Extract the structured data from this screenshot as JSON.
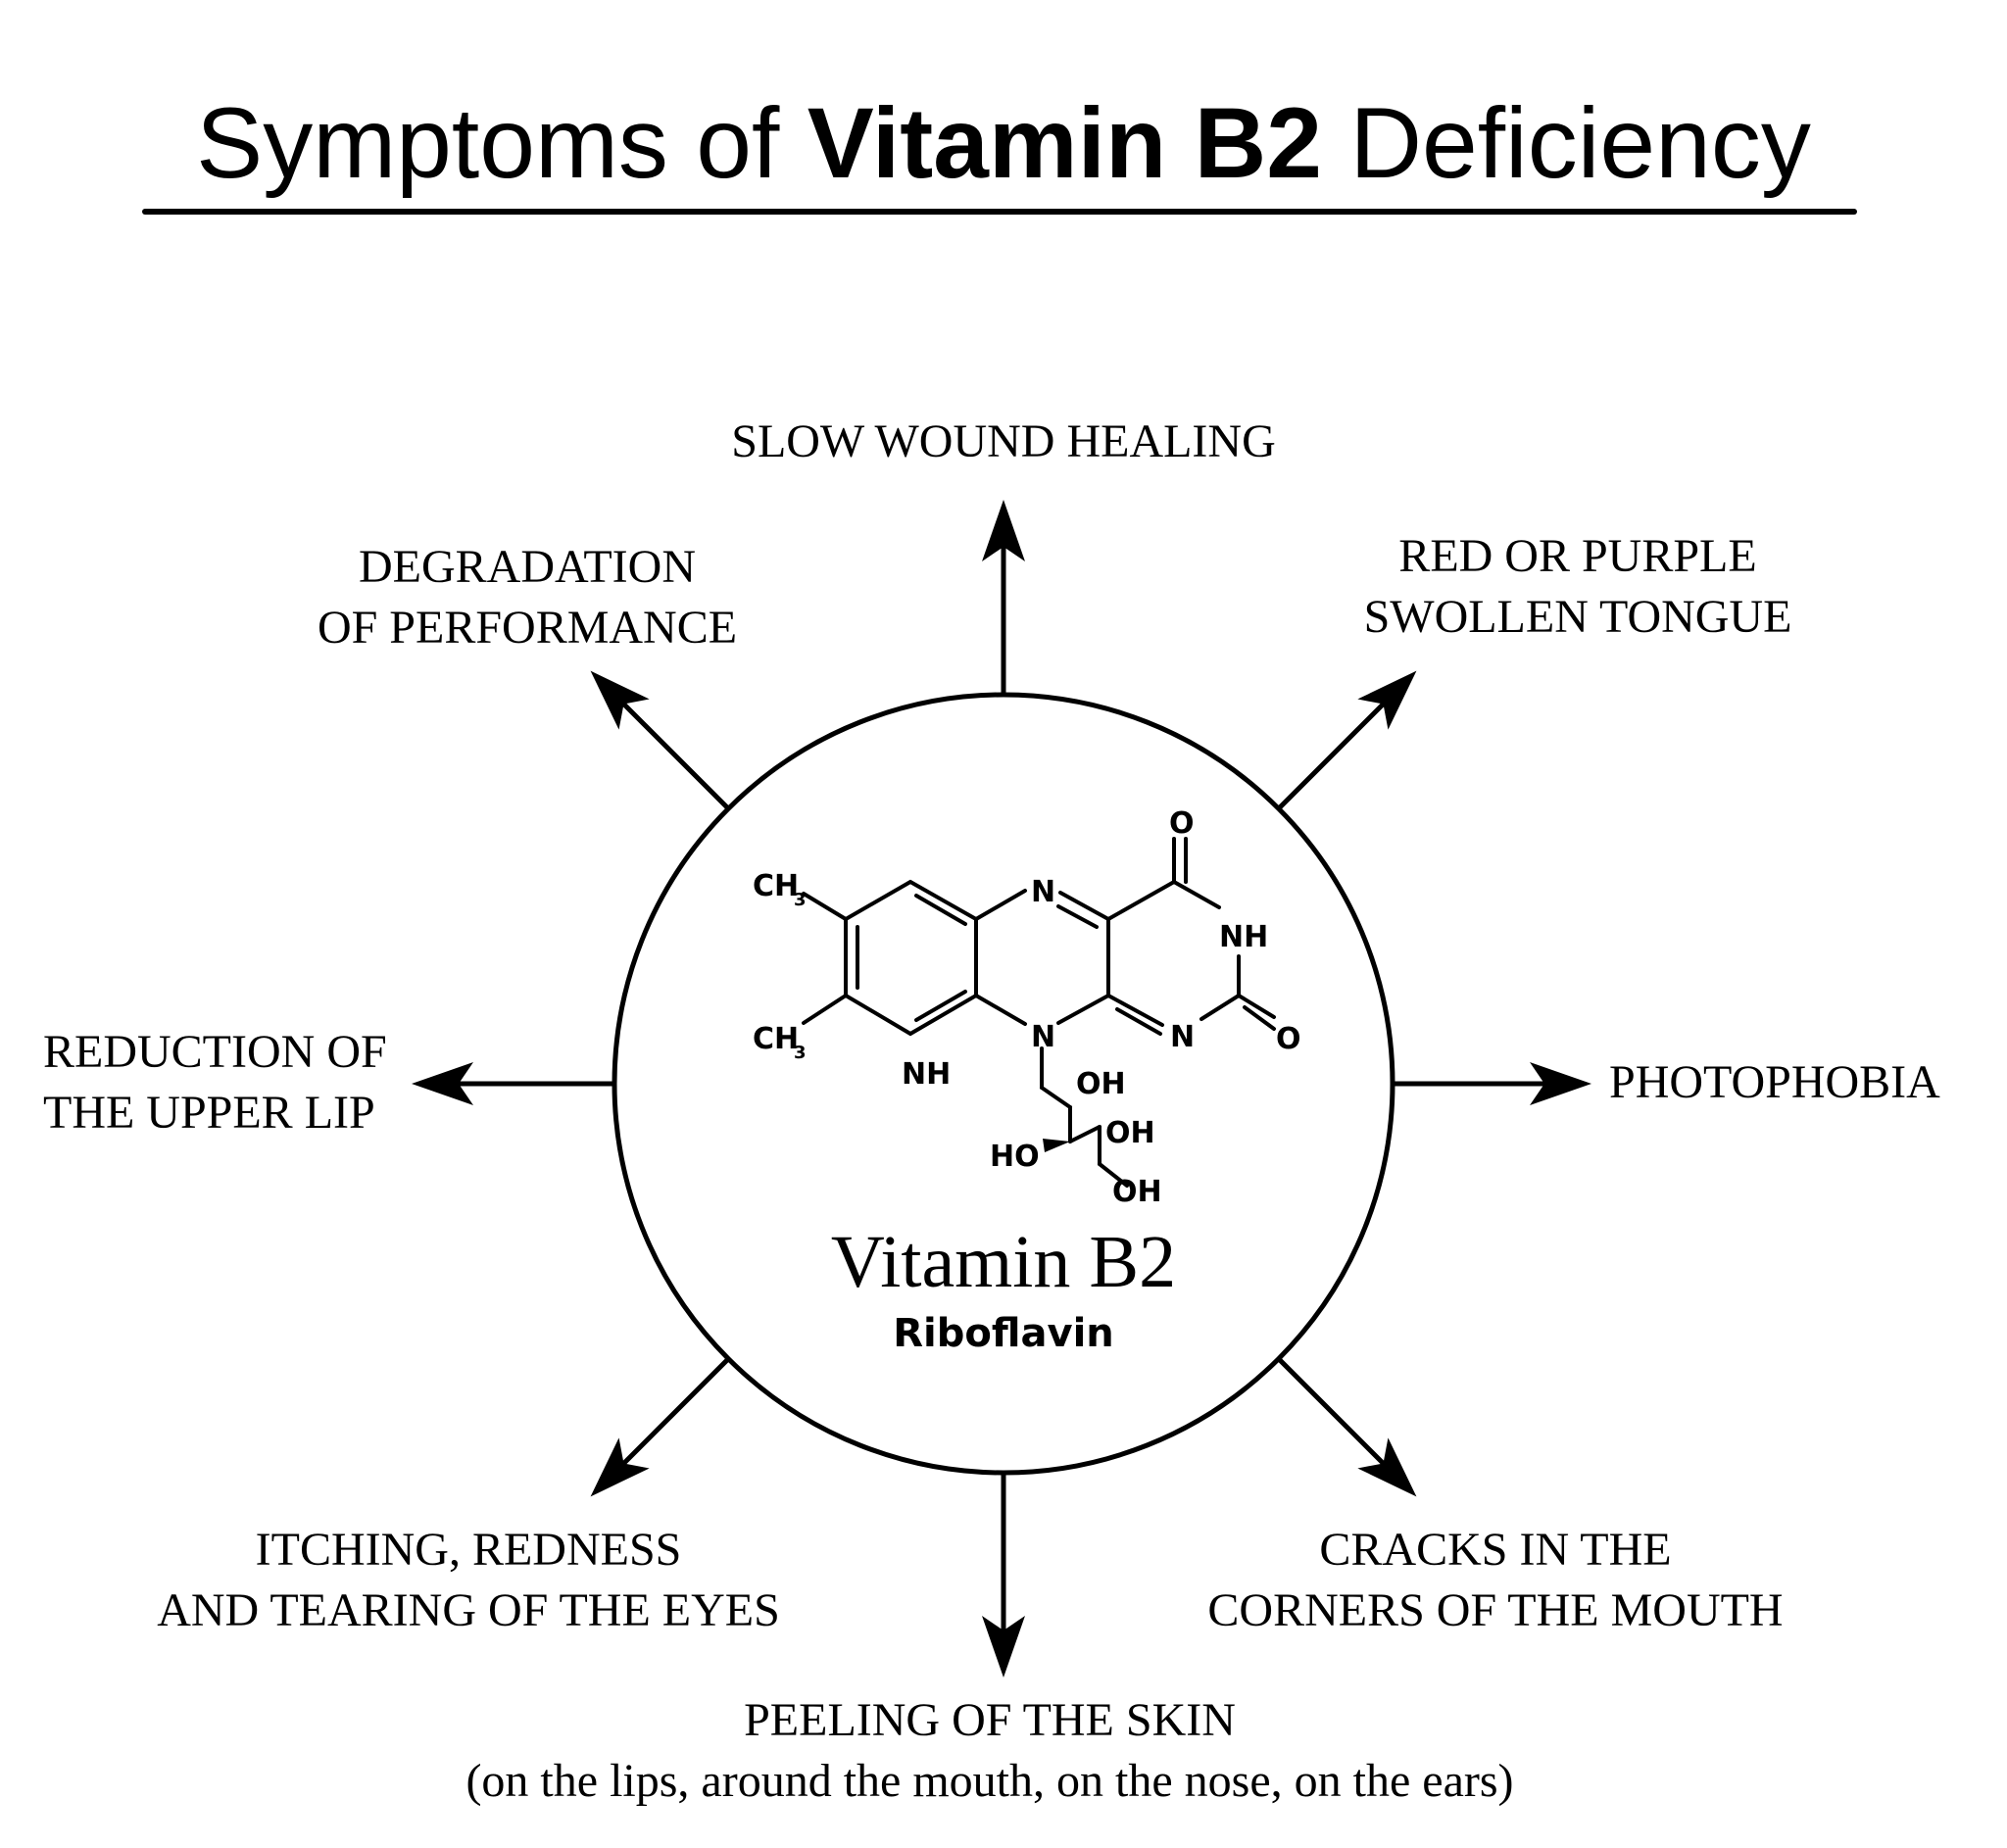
{
  "title": {
    "prefix": "Symptoms of ",
    "bold": "Vitamin B2",
    "suffix": " Deficiency"
  },
  "center": {
    "name": "Vitamin B2",
    "subtitle": "Riboflavin",
    "structure_atoms": {
      "ch3_top": "CH",
      "ch3_bottom": "CH",
      "ch3_sub": "3",
      "n_top": "N",
      "n_center": "N",
      "n_right": "N",
      "nh_left": "NH",
      "nh_right": "NH",
      "o_top": "O",
      "o_right": "O",
      "oh_1": "OH",
      "oh_2": "OH",
      "ho": "HO",
      "oh_3": "OH"
    }
  },
  "symptoms": {
    "slow_wound_healing": [
      "SLOW WOUND HEALING"
    ],
    "red_purple_tongue": [
      "RED OR PURPLE",
      "SWOLLEN TONGUE"
    ],
    "photophobia": [
      "PHOTOPHOBIA"
    ],
    "cracks_mouth": [
      "CRACKS IN THE",
      "CORNERS OF THE MOUTH"
    ],
    "peeling_skin": [
      "PEELING OF THE SKIN",
      "(on the lips, around the mouth, on the nose, on the ears)"
    ],
    "itching_eyes": [
      "ITCHING, REDNESS",
      "AND TEARING OF THE EYES"
    ],
    "reduction_lip": [
      "REDUCTION OF",
      "THE UPPER LIP"
    ],
    "degradation": [
      "DEGRADATION",
      "OF PERFORMANCE"
    ]
  }
}
